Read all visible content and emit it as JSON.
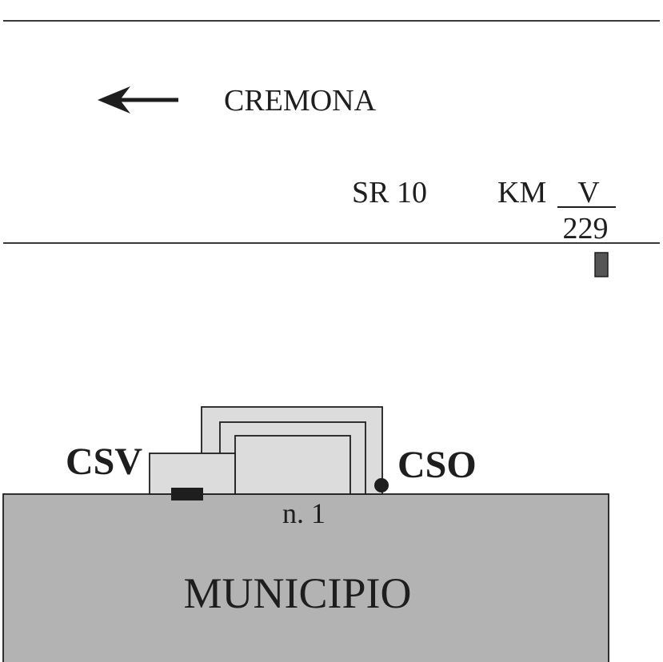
{
  "direction": {
    "label": "CREMONA",
    "arrow_icon": "arrow-left-icon"
  },
  "road": {
    "name": "SR 10",
    "km_label": "KM",
    "km_roman": "V",
    "km_number": "229"
  },
  "building": {
    "left_label": "CSV",
    "right_label": "CSO",
    "number_label": "n. 1"
  },
  "block": {
    "label": "MUNICIPIO"
  },
  "colors": {
    "line": "#1e1e1e",
    "block_fill": "#b3b3b3",
    "building_fill": "#dcdcdc",
    "marker_fill": "#555555",
    "dark": "#1e1e1e"
  }
}
